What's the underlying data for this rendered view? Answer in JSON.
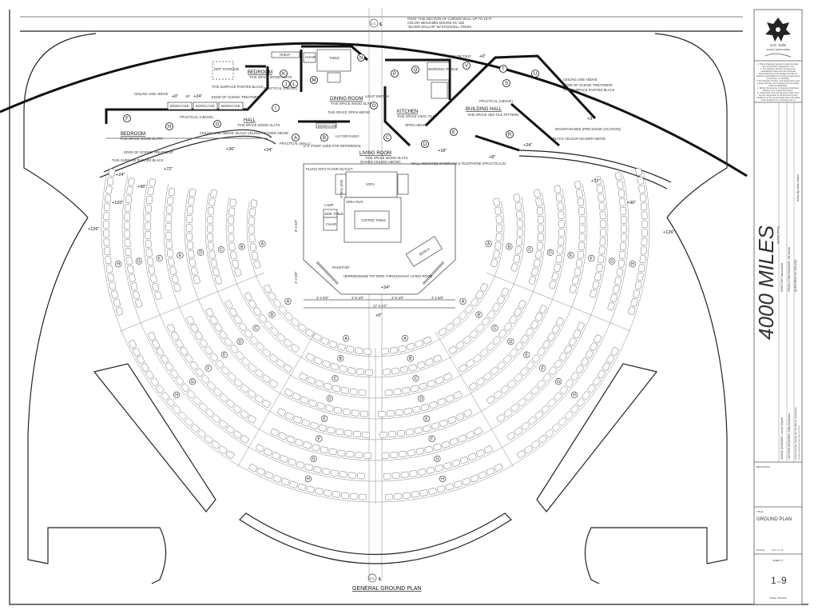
{
  "drawing_title": "GENERAL GROUND PLAN",
  "section_marker": "1-1",
  "centerline_symbol": "℄",
  "rooms": {
    "bedroom_upper": {
      "name": "BEDROOM",
      "note": "THIS SPACE WOOD SLATS"
    },
    "bedroom_left": {
      "name": "BEDROOM",
      "note": "THIS SPACE WOOD SLATS"
    },
    "hall": {
      "name": "HALL",
      "note": "THIS SPACE WOOD SLATS"
    },
    "dining": {
      "name": "DINING ROOM",
      "note": "THIS SPACE WOOD SLATS",
      "note2": "THIS SPACE OPEN ABOVE"
    },
    "kitchen": {
      "name": "KITCHEN",
      "note": "THIS SPACE VINYL TILE",
      "note2": "OPEN ABOVE"
    },
    "living": {
      "name": "LIVING ROOM",
      "note": "THIS SPACE WOOD SLATS",
      "note2": "(RAKED CEILING ABOVE)"
    },
    "building_hall": {
      "name": "BUILDING HALL",
      "note": "THIS SPACE HEX TILE PATTERN"
    }
  },
  "furniture": {
    "sofa": "SOFA",
    "coffee_table": "COFFEE TABLE",
    "area_rug": "AREA RUG",
    "end_table": "END TABLE",
    "side_table": "SIDE TABLE",
    "chair": "CHAIR",
    "lamp": "LAMP",
    "bench": "BENCH",
    "radiator": "RADIATOR",
    "fridge": "WORKING FRIDGE",
    "table": "TABLE",
    "shelf": "SHELF",
    "dirt_storage": "DIRT STORAGE",
    "bookcase": "BOOKCASE",
    "bike": "MOUNTAIN BIKE (PRE-SHOW LOCATION)",
    "radio": "RADIO"
  },
  "notes": {
    "ceiling_line": "CEILING LINE ABOVE",
    "edge_scenic": "EDGE OF SCENIC TREATMENT",
    "painted_black": "THIS SURFACE PAINTED BLACK",
    "velour": "BLACK VELOUR HEADER ABOVE",
    "herringbone": "HERRINGBONE PATTERN THROUGHOUT LIVING ROOM",
    "plugs": "PLUGS INTO FLOOR OUTLET",
    "intercom": "WALL-MOUNTED INTERCOM & TELEPHONE (PRACTICALS)",
    "practical_above": "PRACTICAL (ABOVE)",
    "practical_wall": "PRACTICAL (WALL)",
    "light_switch": "LIGHT SWITCH",
    "lx_radio": "LX FOR RADIO",
    "paint_section": "PAINT THIS SECTION OF CURVED WALL UP TO 15'-0\"",
    "paint_color": "COLOR: BENJAMIN MOORE HC-166",
    "paint_finish": "\"SILVER DOLLAR\" W/ EGGSHELL FINISH",
    "color_tbd": "COLOR T.B.D.",
    "d_s_point": "D.S. POINT USED FOR REFERENCE",
    "up": "UP"
  },
  "elevations": [
    "+0\"",
    "+24\"",
    "+24\"",
    "+24\"",
    "+24\"",
    "+18\"",
    "+36\"",
    "+72\"",
    "+96\"",
    "+120\"",
    "+126\"",
    "+0\"",
    "+3\"",
    "+8\"",
    "+126\"",
    "+96\"",
    "+72\"",
    "+0\"",
    "+24\""
  ],
  "dimensions": {
    "d1": "4'-2 5/8\"",
    "d2": "4'-8 1/8\"",
    "d3": "4'-8 1/8\"",
    "d4": "4'-2 5/8\"",
    "total": "17'-4 1/2\"",
    "side": "8'-3 3/8\"",
    "side2": "4'-3 3/8\""
  },
  "practical_markers": [
    "A",
    "B",
    "C",
    "D",
    "E",
    "F",
    "G",
    "H",
    "I",
    "J",
    "K",
    "L",
    "M",
    "N",
    "O",
    "P",
    "Q",
    "R",
    "S",
    "T",
    "U",
    "V"
  ],
  "seating": {
    "rows": [
      "A",
      "B",
      "C",
      "D",
      "E",
      "F",
      "G",
      "H"
    ]
  },
  "title_block": {
    "union_logo_text": "S.D. 1105",
    "union_sub": "SCENIC DESIGNERS",
    "notes": [
      "1. These drawings represent visual concepts, and construction suggestions only.",
      "2. The designer and her employee are unqualified to determine the structural appropriateness of this design and will not assume responsibility for improper engineering, construction, or handling.",
      "3. All materials, finishes, and construction must comply with the most stringent fire and safety codes as applicable.",
      "4. Written dimensions on drawings shall have authority over scaled dimensions.",
      "5. Contractors and manufacturers shall verify and be responsible for all dimensions and conditions on the job and shall inform this office of all variations from drawings prior to performing the work."
    ],
    "drawn_by": "Drawn By: Brian Ireland",
    "show_title": "4000 MILES",
    "author": "by Amy Herzog",
    "scenic_designer": "SCENIC DESIGNER: Lauren Helpern",
    "lighting_designer": "LIGHTING DESIGNER: Jeffry Weissman",
    "venue": "Lincoln Center Theater @ The Mitzi E. Newhouse",
    "venue_address": "150 West 65th Street | New York, NY 10023",
    "director": "DIRECTOR: Daniel Aukin",
    "production_manager": "PRODUCTION MANAGER: Jeff Hamlin",
    "questions": "QUESTIONS: 917-502-4112",
    "revisions_label": "REVISIONS:",
    "title_label": "TITLE:",
    "title_value": "GROUND PLAN",
    "scale_label": "SCALE:",
    "scale_value": "1/2\" = 1'-0\"",
    "sheet_label": "SHEET #:",
    "sheet_num": "1",
    "sheet_of": "OF",
    "sheet_total": "9",
    "date": "DATE: 01/10/12"
  }
}
